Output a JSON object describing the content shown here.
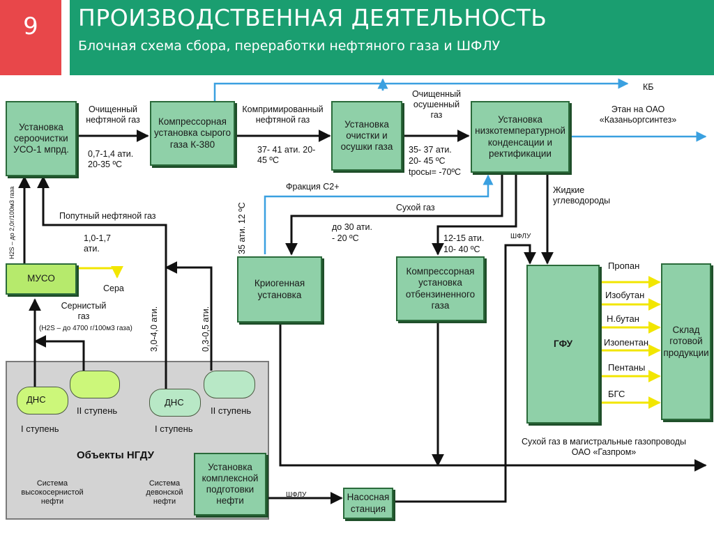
{
  "header": {
    "slide_number": "9",
    "title": "ПРОИЗВОДСТВЕННАЯ ДЕЯТЕЛЬНОСТЬ",
    "subtitle": "Блочная схема сбора, переработки нефтяного газа и ШФЛУ"
  },
  "blocks": {
    "uso": "Установка сероочистки УСО-1 мпрд.",
    "k380": "Компрессорная установка сырого газа К-380",
    "drying": "Установка очистки и осушки газа",
    "ntkr": "Установка низкотемпературной конденсации и ректификации",
    "muso": "МУСО",
    "cryo": "Криогенная установка",
    "comp_stripped": "Компрессорная установка отбензиненного газа",
    "gfu": "ГФУ",
    "warehouse": "Склад готовой продукции",
    "ukpn": "Установка комплексной подготовки нефти",
    "pump": "Насосная станция"
  },
  "flows": {
    "clean_gas": "Очищенный нефтяной газ",
    "uso_params": "0,7-1,4 ати. 20-35 ºС",
    "compressed_gas": "Компримированный нефтяной газ",
    "k380_params": "37- 41 ати. 20- 45 ºС",
    "dry_gas_label": "Очищенный осушенный газ",
    "drying_params_1": "35- 37 ати.",
    "drying_params_2": "20- 45 ºС",
    "drying_params_3": "tросы= -70ºС",
    "kb": "КБ",
    "ethane": "Этан на ОАО «Казаньоргсинтез»",
    "fraction": "Фракция С2+",
    "dry_gas": "Сухой газ",
    "liquid_hc": "Жидкие углеводороды",
    "cryo_params_1": "до 30 ати.",
    "cryo_params_2": "- 20 ºС",
    "comp_params_1": "12-15 ати.",
    "comp_params_2": "10- 40 ºС",
    "shflu_top": "ШФЛУ",
    "shflu_bottom": "ШФЛУ",
    "cryo_in": "35 ати. 12 ºС",
    "associated_gas": "Попутный нефтяной газ",
    "assoc_params": "1,0-1,7 ати.",
    "sulfur": "Сера",
    "sour_gas": "Сернистый газ",
    "sour_gas_note": "(Н2S – до 4700 г/100м3 газа)",
    "h2s_note": "Н2S – до 2,0г/100м3 газа",
    "p_3_4": "3,0-4,0 ати.",
    "p_03_05": "0,3-0,5 ати.",
    "main_pipeline": "Сухой газ в магистральные газопроводы ОАО «Газпром»"
  },
  "products": [
    "Пропан",
    "Изобутан",
    "Н.бутан",
    "Изопентан",
    "Пентаны",
    "БГС"
  ],
  "ngdu": {
    "title": "Объекты НГДУ",
    "dns": "ДНС",
    "stage1": "I ступень",
    "stage2": "II ступень",
    "system_high": "Система высокосернистой нефти",
    "system_devon": "Система девонской нефти"
  }
}
